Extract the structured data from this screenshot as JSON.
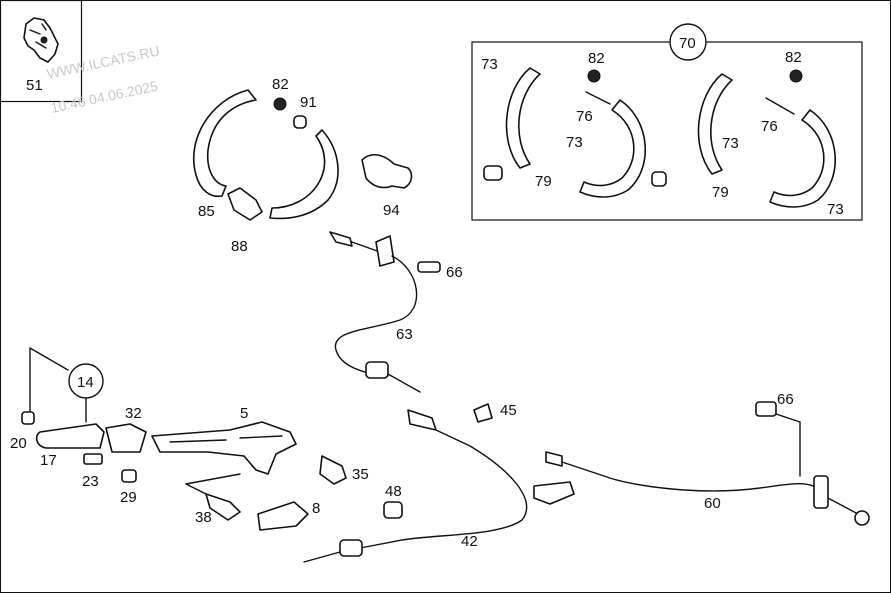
{
  "watermark": {
    "line1": "WWW.ILCATS.RU",
    "line2": "10:46 04.06.2025"
  },
  "callouts": [
    {
      "id": "c51",
      "text": "51"
    },
    {
      "id": "c82a",
      "text": "82"
    },
    {
      "id": "c91",
      "text": "91"
    },
    {
      "id": "c85",
      "text": "85"
    },
    {
      "id": "c88",
      "text": "88"
    },
    {
      "id": "c94",
      "text": "94"
    },
    {
      "id": "c70",
      "text": "70"
    },
    {
      "id": "c73a",
      "text": "73"
    },
    {
      "id": "c82b",
      "text": "82"
    },
    {
      "id": "c76a",
      "text": "76"
    },
    {
      "id": "c73b",
      "text": "73"
    },
    {
      "id": "c79a",
      "text": "79"
    },
    {
      "id": "c82c",
      "text": "82"
    },
    {
      "id": "c76b",
      "text": "76"
    },
    {
      "id": "c73c",
      "text": "73"
    },
    {
      "id": "c79b",
      "text": "79"
    },
    {
      "id": "c73d",
      "text": "73"
    },
    {
      "id": "c66a",
      "text": "66"
    },
    {
      "id": "c63",
      "text": "63"
    },
    {
      "id": "c14",
      "text": "14"
    },
    {
      "id": "c20",
      "text": "20"
    },
    {
      "id": "c17",
      "text": "17"
    },
    {
      "id": "c32",
      "text": "32"
    },
    {
      "id": "c5",
      "text": "5"
    },
    {
      "id": "c23",
      "text": "23"
    },
    {
      "id": "c29",
      "text": "29"
    },
    {
      "id": "c35",
      "text": "35"
    },
    {
      "id": "c38",
      "text": "38"
    },
    {
      "id": "c8",
      "text": "8"
    },
    {
      "id": "c48",
      "text": "48"
    },
    {
      "id": "c45",
      "text": "45"
    },
    {
      "id": "c42",
      "text": "42"
    },
    {
      "id": "c66b",
      "text": "66"
    },
    {
      "id": "c60",
      "text": "60"
    }
  ]
}
